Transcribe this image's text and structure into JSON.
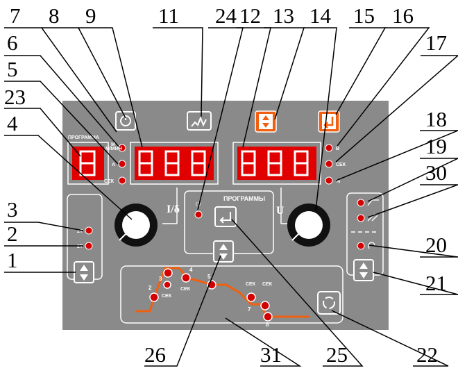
{
  "callouts": [
    "7",
    "8",
    "9",
    "11",
    "24",
    "12",
    "13",
    "14",
    "15",
    "16",
    "6",
    "17",
    "5",
    "23",
    "18",
    "4",
    "19",
    "30",
    "3",
    "2",
    "1",
    "20",
    "21",
    "26",
    "31",
    "25",
    "22"
  ],
  "panel_labels": {
    "programs_title": "ПРОГРАММА",
    "programs_button": "ПРОГРАММЫ",
    "current_symbol": "I/δ",
    "voltage_symbol": "U",
    "unit_m": "М",
    "unit_mmin": "М/МИН",
    "unit_a": "А",
    "unit_sec_left": "СЕК",
    "unit_v": "В",
    "unit_sec_right": "СЕК",
    "unit_percent": "%",
    "led_21_left": "2T",
    "led_2T": "2T",
    "sequence_sec_1": "СЕК",
    "sequence_sec_2": "СЕК",
    "sequence_sec_3": "СЕК",
    "sequence_sec_4": "СЕК",
    "seq_2": "2",
    "seq_3": "3",
    "seq_4": "4",
    "seq_5": "5",
    "seq_7": "7",
    "seq_8": "8"
  },
  "colors": {
    "panel": "#8c8c8c",
    "led": "#d40000",
    "accent": "#f06010",
    "display": "#e00000"
  },
  "icons": {
    "power": "power-icon",
    "arc": "arc-wave-icon",
    "updown_orange": "updown-arrows-icon",
    "enter_orange": "enter-icon",
    "cycle": "cycle-icon"
  }
}
